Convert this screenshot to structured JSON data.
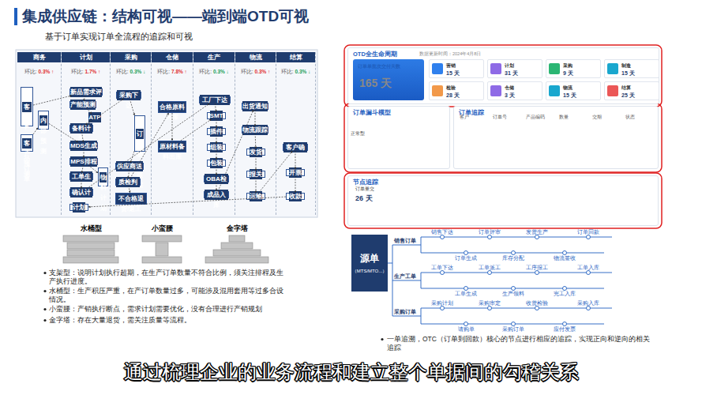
{
  "diagram": {
    "title": "集成供应链：结构可视——端到端OTD可视",
    "caption": "通过梳理企业的业务流程和建立整个单据间的勾稽关系",
    "nodes": [
      {
        "text": [
          "商务",
          "环比:",
          "0.3% ↑"
        ]
      },
      {
        "text": [
          "计划",
          "环比:",
          "1.7% ↑"
        ]
      },
      {
        "text": [
          "采购",
          "环比:",
          "0.3% ↓"
        ]
      },
      {
        "text": [
          "仓储",
          "环比:",
          "7.8% ↑"
        ]
      },
      {
        "text": [
          "生产",
          "环比:",
          "0.3% ↓"
        ]
      },
      {
        "text": [
          "物流",
          "环比:",
          "0.3% ↑"
        ]
      },
      {
        "text": [
          "结算",
          "环比:",
          "0.3% ↓"
        ]
      },
      {
        "text": [
          "客户PO/产品订单"
        ],
        "in": 0
      },
      {
        "text": [
          "内部预测"
        ],
        "in": 0
      },
      {
        "text": [
          "客户预测"
        ],
        "in": 0
      },
      {
        "text": [
          "新品需求评审"
        ],
        "in": 1
      },
      {
        "text": [
          "产能预测"
        ],
        "in": 1
      },
      {
        "text": [
          "ATP"
        ],
        "in": 1
      },
      {
        "text": [
          "备料计划"
        ],
        "in": 1
      },
      {
        "text": [
          "MDS生成"
        ],
        "in": 1
      },
      {
        "text": [
          "MPS排程"
        ],
        "in": 1
      },
      {
        "text": [
          "工单生成"
        ],
        "in": 1
      },
      {
        "text": [
          "物料计划"
        ],
        "in": 1
      },
      {
        "text": [
          "确认计划"
        ],
        "in": 1
      },
      {
        "text": [
          "采购下达"
        ],
        "in": 2
      },
      {
        "text": [
          "订单物料跟踪"
        ],
        "in": 2
      },
      {
        "text": [
          "供应商送货"
        ],
        "in": 2
      },
      {
        "text": [
          "质检判定"
        ],
        "in": 2
      },
      {
        "text": [
          "不合格退货/返工"
        ],
        "in": 2
      },
      {
        "text": [
          "合格原料入库"
        ],
        "in": 3
      },
      {
        "text": [
          "原材料备料出库"
        ],
        "in": 3
      },
      {
        "text": [
          "工厂下达工单"
        ],
        "in": 4
      },
      {
        "text": [
          "SMT"
        ],
        "in": 4
      },
      {
        "text": [
          "插件"
        ],
        "in": 4
      },
      {
        "text": [
          "组装"
        ],
        "in": 4
      },
      {
        "text": [
          "包装"
        ],
        "in": 4
      },
      {
        "text": [
          "OBA检查"
        ],
        "in": 4
      },
      {
        "text": [
          "成品入库"
        ],
        "in": 4
      },
      {
        "text": [
          "出货通知"
        ],
        "in": 5
      },
      {
        "text": [
          "物流跟踪"
        ],
        "in": 5
      },
      {
        "text": [
          "发货"
        ],
        "in": 5
      },
      {
        "text": [
          "报关"
        ],
        "in": 5
      },
      {
        "text": [
          "运输"
        ],
        "in": 5
      },
      {
        "text": [
          "客户确认"
        ],
        "in": 6
      },
      {
        "text": [
          "开票"
        ],
        "in": 6
      },
      {
        "text": [
          "收款"
        ],
        "in": 6
      },
      {
        "text": [
          "计划"
        ],
        "in": 1
      },
      {
        "text": [
          "OTD全生命周期",
          "数据更新时间：2024年4月8日"
        ]
      },
      {
        "text": [
          "订单单批次交付天数",
          "165 天"
        ],
        "in": 42
      },
      {
        "text": [
          "营销",
          "15 天"
        ],
        "in": 42
      },
      {
        "text": [
          "计划",
          "31 天"
        ],
        "in": 42
      },
      {
        "text": [
          "采购",
          "9 天"
        ],
        "in": 42
      },
      {
        "text": [
          "制造",
          "15 天"
        ],
        "in": 42
      },
      {
        "text": [
          "检验",
          "28 天"
        ],
        "in": 42
      },
      {
        "text": [
          "仓储",
          "3 天"
        ],
        "in": 42
      },
      {
        "text": [
          "物流",
          "15 天"
        ],
        "in": 42
      },
      {
        "text": [
          "结算",
          "25 天"
        ],
        "in": 42
      },
      {
        "text": [
          "订单漏斗模型"
        ]
      },
      {
        "text": [
          "订单追踪"
        ]
      },
      {
        "text": [
          "节点追踪"
        ]
      },
      {
        "text": [
          "源单",
          "（MTS/MTO...）"
        ]
      }
    ],
    "edges": [
      {
        "from": 7,
        "to": 10,
        "arrow": "to"
      },
      {
        "from": 9,
        "to": 8,
        "arrow": "to"
      },
      {
        "from": 8,
        "to": 14,
        "arrow": "to"
      },
      {
        "from": 10,
        "to": 11,
        "arrow": "to"
      },
      {
        "from": 11,
        "to": 12,
        "arrow": "to"
      },
      {
        "from": 12,
        "to": 13,
        "arrow": "to"
      },
      {
        "from": 13,
        "to": 14,
        "arrow": "to"
      },
      {
        "from": 14,
        "to": 15,
        "arrow": "to"
      },
      {
        "from": 15,
        "to": 16,
        "arrow": "to"
      },
      {
        "from": 16,
        "to": 18,
        "arrow": "to"
      },
      {
        "from": 15,
        "to": 17,
        "arrow": "to"
      },
      {
        "from": 13,
        "to": 19,
        "arrow": "to"
      },
      {
        "from": 19,
        "to": 20,
        "arrow": "to"
      },
      {
        "from": 20,
        "to": 21,
        "arrow": "to"
      },
      {
        "from": 21,
        "to": 22,
        "arrow": "to"
      },
      {
        "from": 22,
        "to": 23,
        "arrow": "to"
      },
      {
        "from": 22,
        "to": 24,
        "arrow": "to"
      },
      {
        "from": 24,
        "to": 25,
        "arrow": "to"
      },
      {
        "from": 18,
        "to": 26,
        "arrow": "to"
      },
      {
        "from": 26,
        "to": 27,
        "arrow": "to"
      },
      {
        "from": 27,
        "to": 28,
        "arrow": "to"
      },
      {
        "from": 28,
        "to": 29,
        "arrow": "to"
      },
      {
        "from": 29,
        "to": 30,
        "arrow": "to"
      },
      {
        "from": 30,
        "to": 31,
        "arrow": "to"
      },
      {
        "from": 31,
        "to": 32,
        "arrow": "to"
      },
      {
        "from": 32,
        "to": 33,
        "arrow": "to"
      },
      {
        "from": 33,
        "to": 34,
        "arrow": "to"
      },
      {
        "from": 34,
        "to": 35,
        "arrow": "to"
      },
      {
        "from": 35,
        "to": 36,
        "arrow": "to"
      },
      {
        "from": 36,
        "to": 37,
        "arrow": "to"
      },
      {
        "from": 37,
        "to": 38,
        "arrow": "to"
      },
      {
        "from": 38,
        "to": 39,
        "arrow": "to"
      },
      {
        "from": 39,
        "to": 40,
        "arrow": "to"
      },
      {
        "from": 40,
        "to": 41,
        "arrow": "to"
      },
      {
        "from": 25,
        "to": 27,
        "arrow": "to"
      }
    ],
    "labels": [
      "正常型",
      "订单量交",
      "26 天",
      "销售订单",
      "生产工单",
      "采购订单",
      "销售下达",
      "订单评审",
      "发货生产",
      "订单回款",
      "订单生成",
      "库存分配",
      "物流签收",
      "工单下达",
      "工单派工",
      "工序报工",
      "工单入库",
      "工单生成",
      "生产领料",
      "完工入库",
      "采购计划",
      "采购审定",
      "收货检验",
      "采购入库",
      "请购单",
      "采购订单",
      "应付发票",
      "水桶型",
      "小蛮腰",
      "金字塔",
      "支架型：说明计划执行超期，在生产订单数量不符合比例，须关注排程及生产执行进度。",
      "水桶型：生产积压严重，在产订单数量过多，可能涉及混用套用等过多合设情况。",
      "小蛮腰：产销执行断点，需求计划需要优化，没有合理进行产销规划",
      "金字塔：存在大量退货，需关注质量等流程。",
      "一单追溯，OTC（订单到回款）核心的节点进行相应的追踪，实现正向和逆向的相关追踪",
      "基于订单实现订单全流程的追踪和可视",
      "客户",
      "订单号",
      "产品编码",
      "数量",
      "交期",
      "状态"
    ]
  }
}
